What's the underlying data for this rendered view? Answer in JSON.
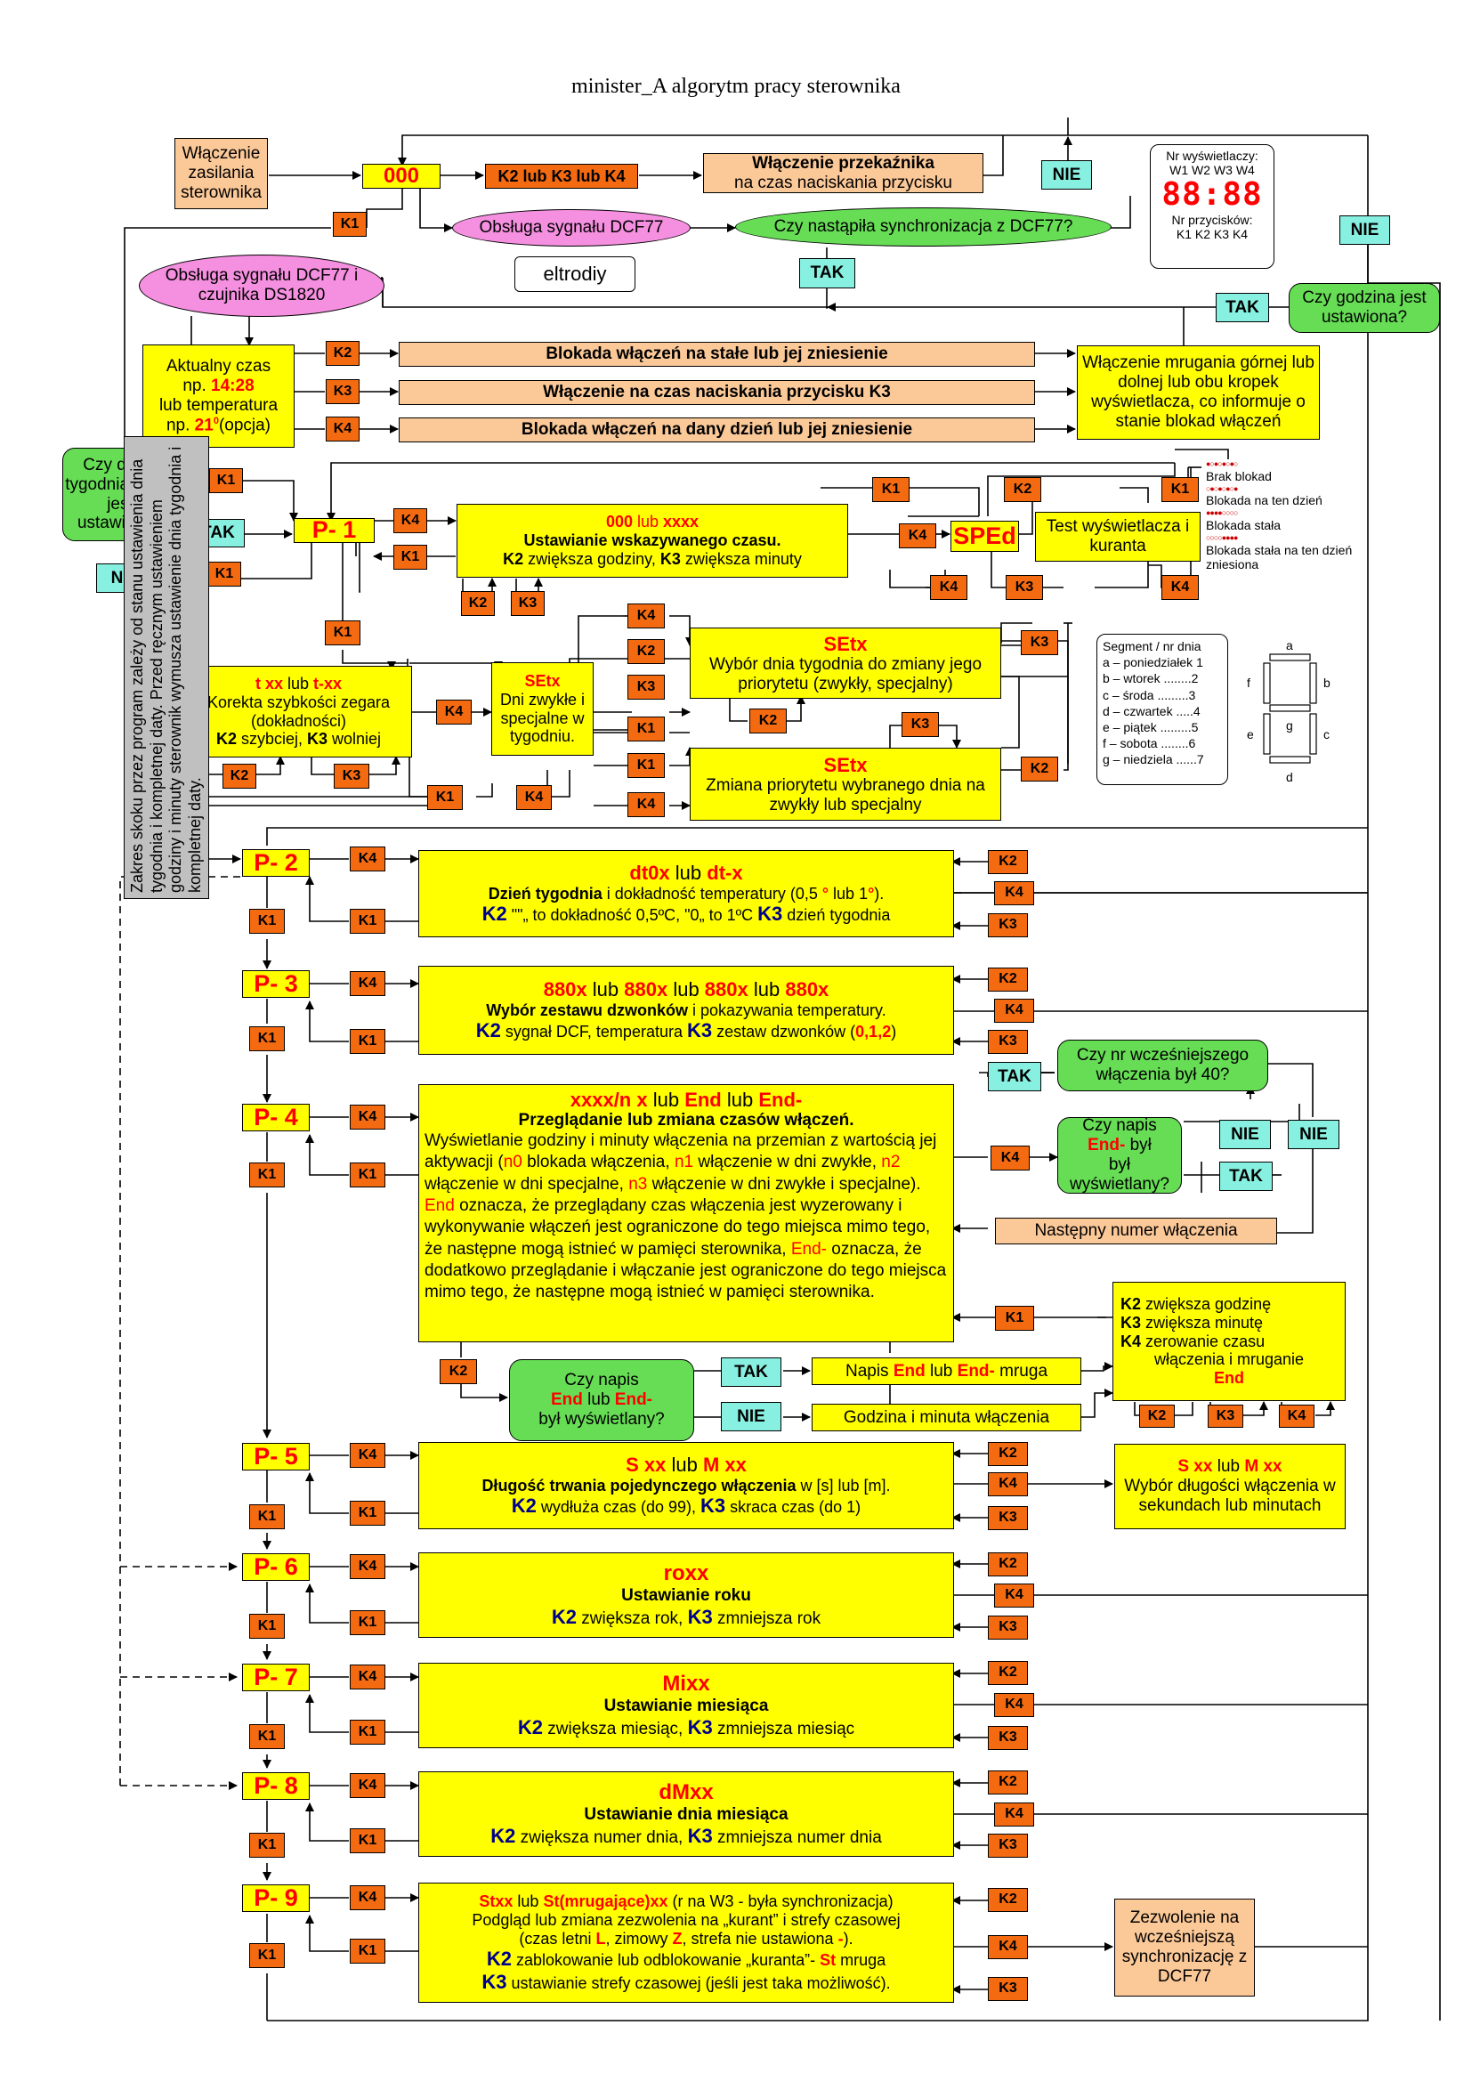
{
  "title": "minister_A   algorytm pracy sterownika",
  "side_note": "Zakres skoku przez program zależy od stanu ustawienia dnia tygodnia i kompletnej daty. Przed ręcznym ustawieniem godziny i minuty sterownik wymusza ustawienie dnia tygodnia i kompletnej daty.",
  "keys": {
    "k1": "K1",
    "k2": "K2",
    "k3": "K3",
    "k4": "K4",
    "tak": "TAK",
    "nie": "NIE"
  },
  "top": {
    "power_on": "Włączenie zasilania sterownika",
    "state_000": "000",
    "k2k3k4": "K2 lub K3 lub K4",
    "relay": "Włączenie przekaźnika",
    "relay_sub": "na czas naciskania przycisku",
    "dcf_service": "Obsługa sygnału DCF77",
    "sync_question": "Czy nastąpiła synchronizacja z DCF77?",
    "eltrodiy": "eltrodiy",
    "dcf_ds": "Obsługa sygnału DCF77 i czujnika DS1820",
    "time_set_question": "Czy godzina jest ustawiona?",
    "display_caption": "Nr wyświetlaczy:",
    "display_ids": "W1 W2 W3 W4",
    "display_digits": "88:88",
    "buttons_caption": "Nr przycisków:",
    "button_ids": "K1  K2  K3  K4"
  },
  "current": {
    "l1": "Aktualny czas",
    "l2": "np.",
    "time": "14:28",
    "l3": "lub temperatura",
    "l4": "np.",
    "temp": "21",
    "deg": "0",
    "l5": "(opcja)"
  },
  "blocks": {
    "b1": "Blokada włączeń na stałe lub jej zniesienie",
    "b2": "Włączenie na czas naciskania przycisku K3",
    "b3": "Blokada włączeń na dany dzień lub jej zniesienie",
    "blink": "Włączenie mrugania górnej lub dolnej lub obu kropek wyświetlacza, co informuje o stanie blokad włączeń"
  },
  "day_question": "Czy dzień tygodnia i data jest ustawiona?",
  "p1": {
    "label": "P- 1",
    "head_a": "000",
    "head_lub": " lub ",
    "head_b": "xxxx",
    "l1": "Ustawianie wskazywanego czasu.",
    "l2_k2": "K2",
    "l2_a": " zwiększa godziny, ",
    "l2_k3": "K3",
    "l2_b": " zwiększa minuty",
    "sped": "SPEd",
    "test": "Test wyświetlacza i kuranta"
  },
  "dots_legend": [
    "Brak blokad",
    "Blokada na ten dzień",
    "Blokada stała",
    "Blokada stała na ten dzień zniesiona"
  ],
  "correction": {
    "head_a": "t xx",
    "head_lub": " lub ",
    "head_b": "t-xx",
    "l1": "Korekta szybkości zegara (dokładności)",
    "k2": "K2",
    "k2t": " szybciej, ",
    "k3": "K3",
    "k3t": " wolniej"
  },
  "setx": {
    "small_h": "SEtx",
    "small": "Dni zwykłe i specjalne w tygodniu.",
    "a_h": "SEtx",
    "a": "Wybór dnia tygodnia do zmiany jego priorytetu (zwykły, specjalny)",
    "b_h": "SEtx",
    "b": "Zmiana priorytetu wybranego dnia na zwykły lub specjalny"
  },
  "segments": {
    "title": "Segment / nr dnia",
    "rows": [
      "a – poniedziałek 1",
      "b – wtorek ........2",
      "c – środa .........3",
      "d – czwartek .....4",
      "e – piątek .........5",
      "f – sobota ........6",
      "g – niedziela ......7"
    ],
    "labels": [
      "a",
      "b",
      "c",
      "d",
      "e",
      "f",
      "g"
    ]
  },
  "p2": {
    "label": "P- 2",
    "head_a": "dt0x",
    "head_lub": " lub ",
    "head_b": "dt-x",
    "l1_a": "Dzień tygodnia",
    "l1_b": " i dokładność temperatury (0,5 ",
    "l1_c": "°",
    "l1_d": " lub 1",
    "l1_e": "°",
    "l1_f": ").",
    "l2_k2": "K2",
    "l2_a": " \"\"„ to dokładność 0,5ºC, \"0„ to 1ºC ",
    "l2_k3": "K3",
    "l2_b": " dzień tygodnia"
  },
  "p3": {
    "label": "P- 3",
    "head": [
      "880x",
      " lub ",
      "880x",
      " lub ",
      "880x",
      " lub ",
      "880x"
    ],
    "l1_a": "Wybór zestawu dzwonków",
    "l1_b": " i pokazywania temperatury.",
    "l2_k2": "K2",
    "l2_a": " sygnał DCF, temperatura ",
    "l2_k3": "K3",
    "l2_b": " zestaw dzwonków (",
    "l2_c": "0,1,2",
    "l2_d": ")"
  },
  "p4": {
    "label": "P- 4",
    "head_a": "xxxx/n x",
    "head_lub": " lub ",
    "head_b": "End",
    "head_lub2": " lub ",
    "head_c": "End-",
    "l1": "Przeglądanie lub zmiana czasów włączeń.",
    "body": [
      [
        "Wyświetlanie godziny i minuty włączenia na przemian z wartością jej aktywacji (",
        "n0",
        " blokada włączenia, ",
        "n1",
        " włączenie w dni zwykłe, ",
        "n2",
        " włączenie w dni specjalne, ",
        "n3",
        " włączenie w dni zwykłe i specjalne). ",
        "End",
        " oznacza, że przeglądany czas włączenia jest wyzerowany i wykonywanie włączeń jest ograniczone do tego miejsca mimo tego, że następne mogą istnieć w pamięci sterownika, ",
        "End-",
        " oznacza, że dodatkowo przeglądanie i włączanie jest ograniczone do tego miejsca mimo tego, że następne mogą istnieć w pamięci sterownika."
      ]
    ],
    "q40": "Czy nr wcześniejszego włączenia był 40?",
    "q_end": [
      "Czy napis",
      "End-",
      "był wyświetlany?"
    ],
    "next": "Następny numer włączenia",
    "q_end2": [
      "Czy napis",
      "End",
      " lub ",
      "End-",
      "był wyświetlany?"
    ],
    "blink_end_a": "Napis ",
    "blink_end_b": "End",
    "blink_end_c": " lub ",
    "blink_end_d": "End-",
    "blink_end_e": " mruga",
    "hm": "Godzina i minuta włączenia",
    "edit": [
      "K2 zwiększa godzinę",
      "K3 zwiększa minutę",
      "K4 zerowanie czasu włączenia i mruganie"
    ],
    "edit_end": "End"
  },
  "p5": {
    "label": "P- 5",
    "head_a": "S xx",
    "head_lub": "  lub ",
    "head_b": "M xx",
    "l1": "Długość trwania pojedynczego włączenia",
    "l1b": " w [s] lub [m].",
    "l2_k2": "K2",
    "l2_a": " wydłuża czas (do 99), ",
    "l2_k3": "K3",
    "l2_b": " skraca czas (do 1)",
    "side_a": "S xx",
    "side_lub": " lub ",
    "side_b": "M xx",
    "side": "Wybór długości włączenia w sekundach lub minutach"
  },
  "p6": {
    "label": "P- 6",
    "head": "roxx",
    "l1": "Ustawianie roku",
    "l2_k2": "K2",
    "l2_a": " zwiększa rok, ",
    "l2_k3": "K3",
    "l2_b": " zmniejsza rok"
  },
  "p7": {
    "label": "P- 7",
    "head": "Mixx",
    "l1": "Ustawianie miesiąca",
    "l2_k2": "K2",
    "l2_a": " zwiększa miesiąc, ",
    "l2_k3": "K3",
    "l2_b": " zmniejsza miesiąc"
  },
  "p8": {
    "label": "P- 8",
    "head": "dMxx",
    "l1": "Ustawianie dnia miesiąca",
    "l2_k2": "K2",
    "l2_a": " zwiększa numer dnia, ",
    "l2_k3": "K3",
    "l2_b": " zmniejsza numer dnia"
  },
  "p9": {
    "label": "P- 9",
    "h_a": "Stxx",
    "h_b": " lub ",
    "h_c": "St(mrugające)xx",
    "h_d": " (r na W3 - była synchronizacja)",
    "l1": "Podgląd lub zmiana zezwolenia na „kurant” i strefy czasowej",
    "l2_a": "(czas letni ",
    "l2_L": "L",
    "l2_b": ", zimowy ",
    "l2_Z": "Z",
    "l2_c": ", strefa nie ustawiona ",
    "l2_d": "-",
    "l2_e": ").",
    "l3_k2": "K2",
    "l3_a": " zablokowanie lub odblokowanie „kuranta”- ",
    "l3_st": "St",
    "l3_b": " mruga",
    "l4_k3": "K3",
    "l4_a": " ustawianie strefy czasowej (jeśli jest taka możliwość).",
    "side": "Zezwolenie na wcześniejszą synchronizację z DCF77"
  }
}
